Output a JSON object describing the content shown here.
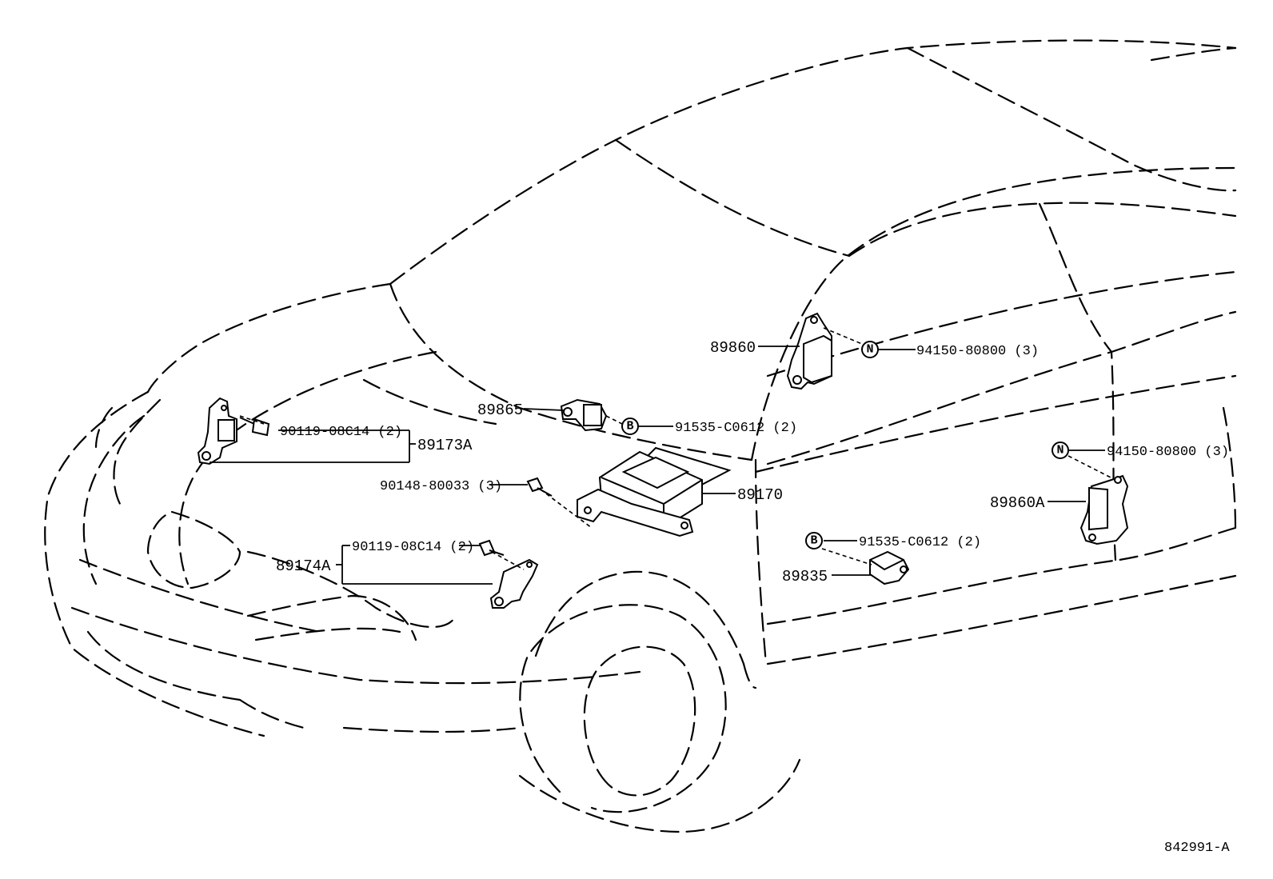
{
  "diagram_id": "842991-A",
  "parts": {
    "front_sensor_lh": "89173A",
    "front_sensor_rh": "89174A",
    "airbag_ecu": "89170",
    "side_sensor_front": "89860",
    "side_sensor_rear": "89860A",
    "sensor_89865": "89865",
    "sensor_89835": "89835"
  },
  "fasteners": {
    "bolt_lh": "90119-08C14 (2)",
    "bolt_rh": "90119-08C14 (2)",
    "bolt_ecu": "90148-80033 (3)",
    "nut_front": "94150-80800 (3)",
    "nut_rear": "94150-80800 (3)",
    "bolt_b_upper": "91535-C0612 (2)",
    "bolt_b_lower": "91535-C0612 (2)"
  },
  "symbols": {
    "nut": "N",
    "bolt": "B"
  }
}
